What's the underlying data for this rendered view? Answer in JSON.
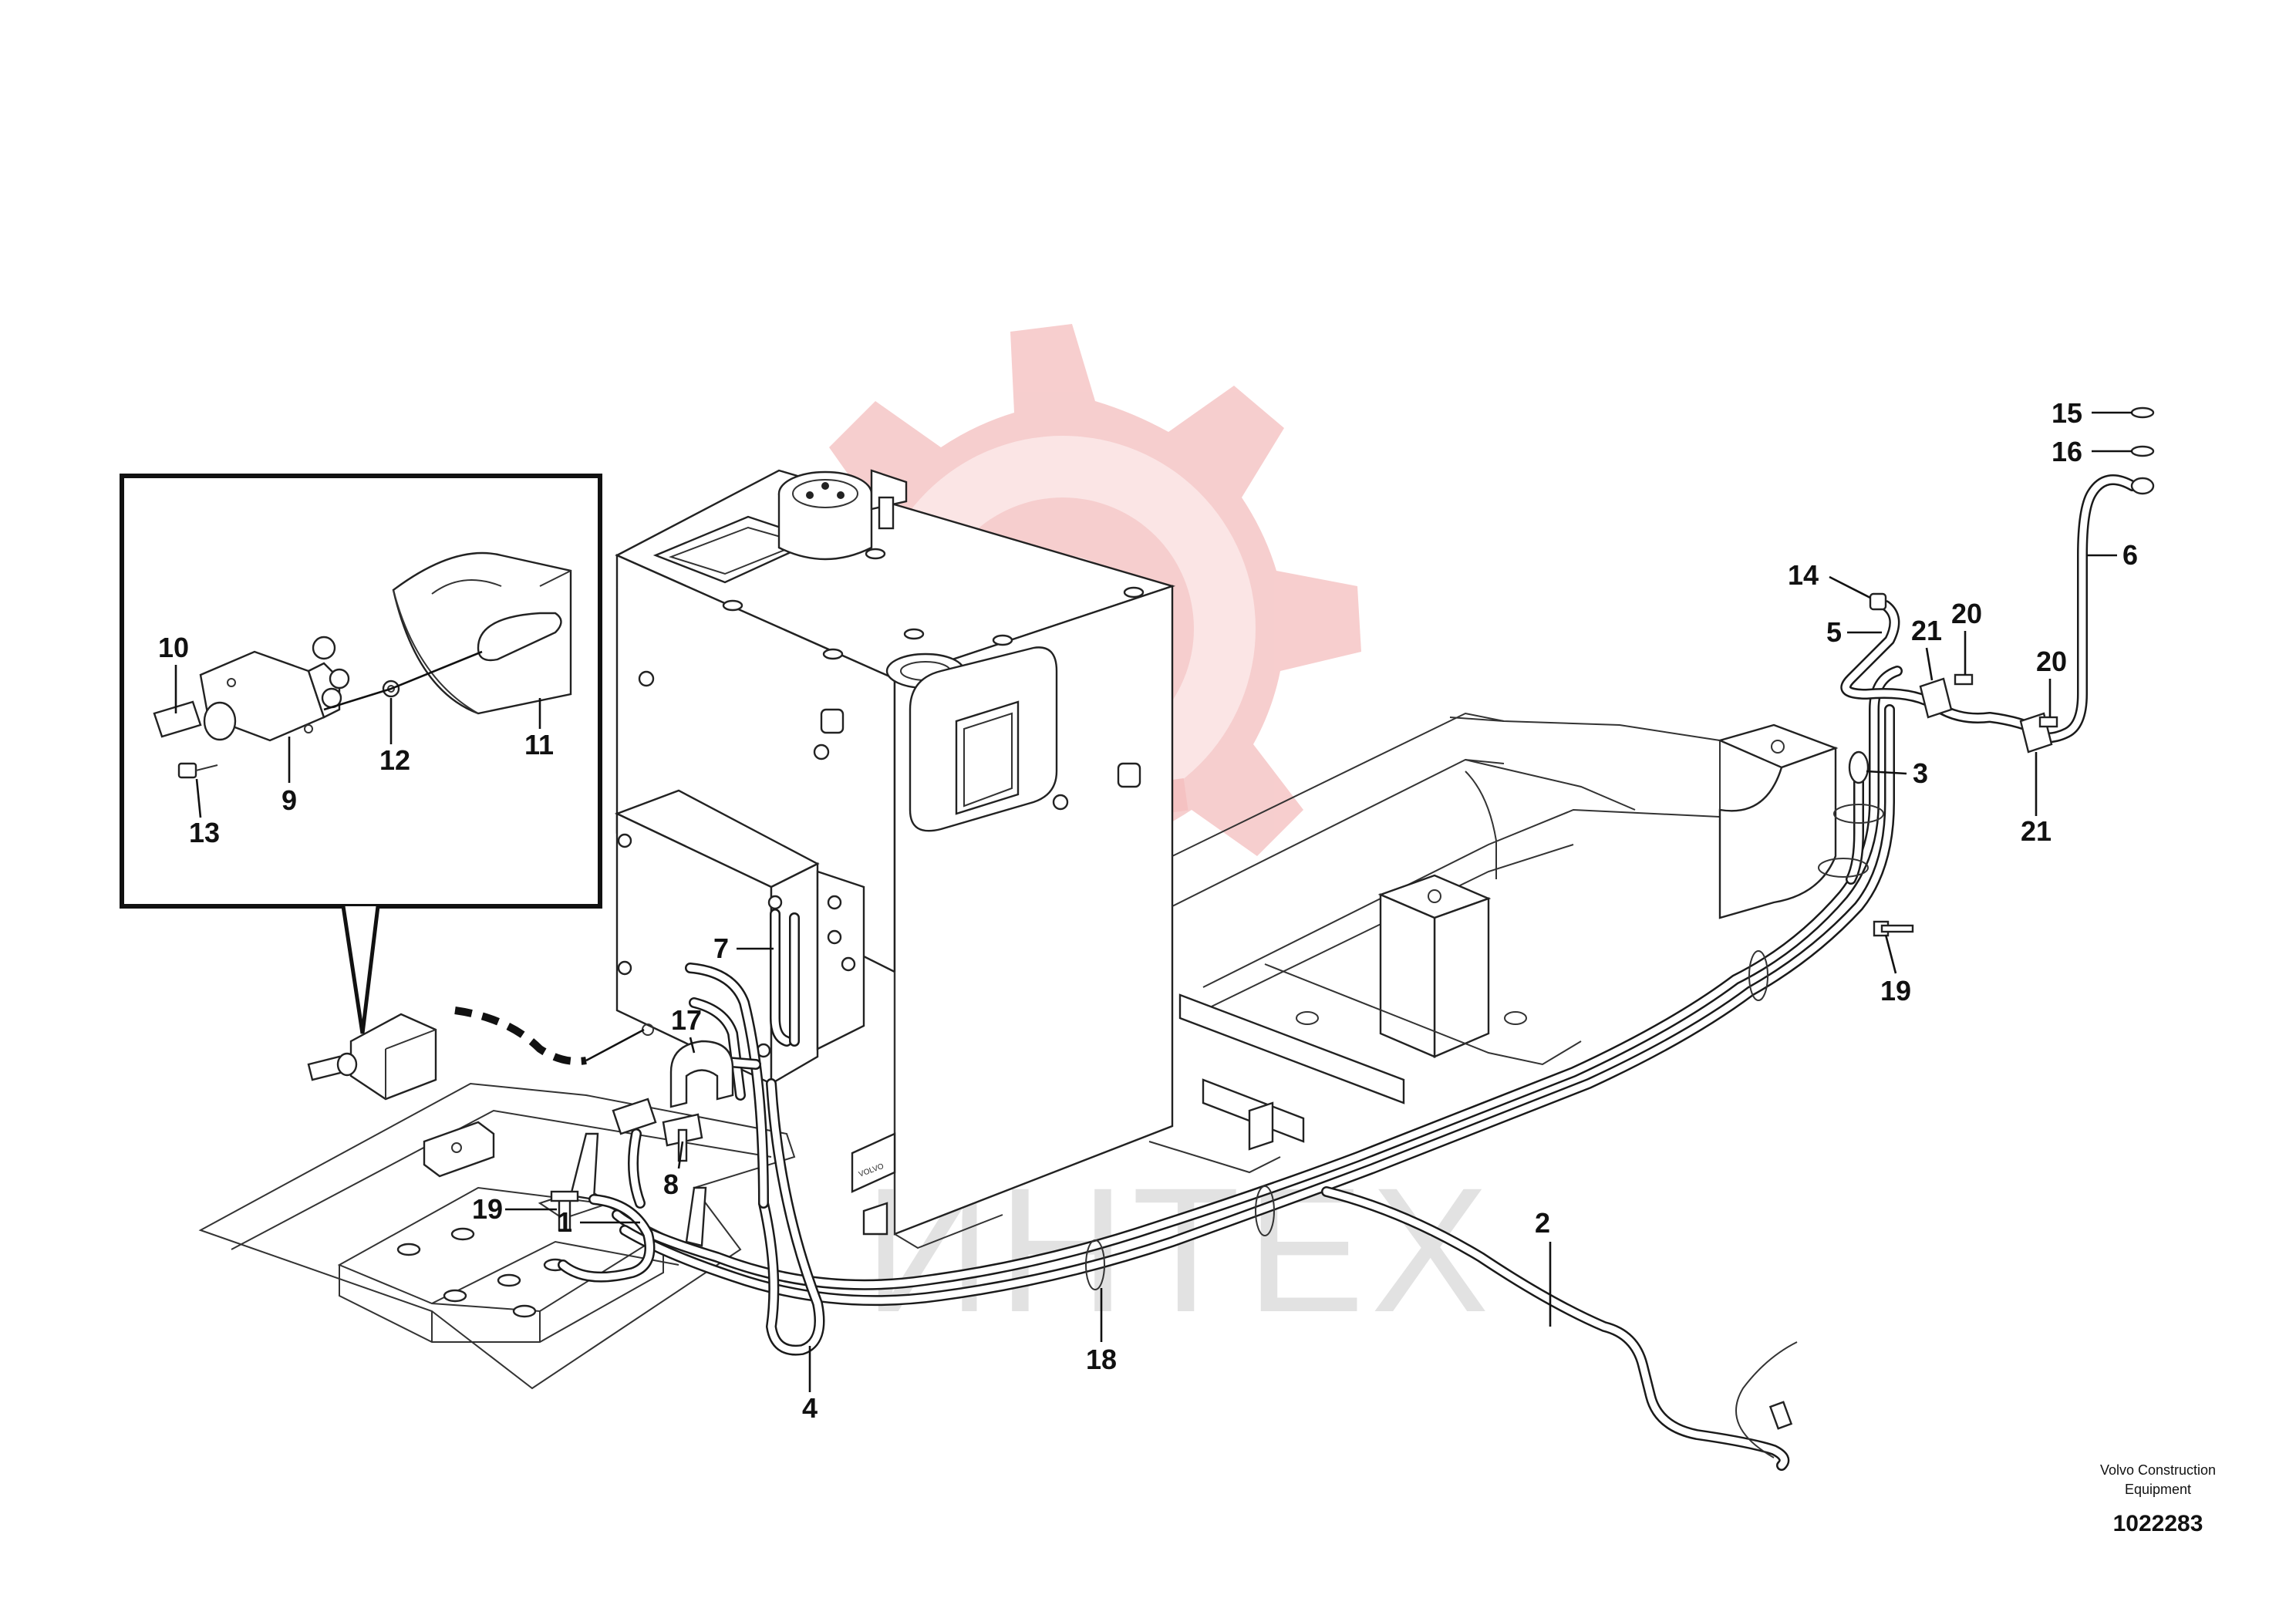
{
  "callouts": {
    "c1": "1",
    "c2": "2",
    "c3": "3",
    "c4": "4",
    "c5": "5",
    "c6": "6",
    "c7": "7",
    "c8": "8",
    "c9": "9",
    "c10": "10",
    "c11": "11",
    "c12": "12",
    "c13": "13",
    "c14": "14",
    "c15": "15",
    "c16": "16",
    "c17": "17",
    "c18": "18",
    "c19a": "19",
    "c19b": "19",
    "c20a": "20",
    "c20b": "20",
    "c21a": "21",
    "c21b": "21"
  },
  "watermark": {
    "text": "ИНТЕХ",
    "color": "#f4b8b8"
  },
  "footer": {
    "maker_line1": "Volvo Construction",
    "maker_line2": "Equipment",
    "drawing_number": "1022283"
  }
}
